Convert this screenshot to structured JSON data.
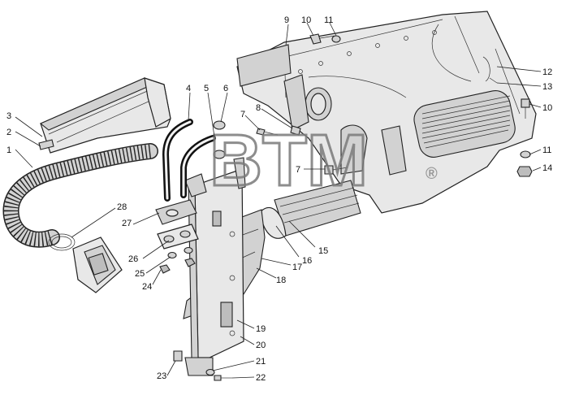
{
  "diagram": {
    "watermark": "BTM",
    "watermark_mark": "®",
    "callouts": [
      "1",
      "2",
      "3",
      "4",
      "5",
      "6",
      "7",
      "8",
      "9",
      "10",
      "11",
      "12",
      "13",
      "14",
      "15",
      "16",
      "17",
      "18",
      "19",
      "20",
      "21",
      "22",
      "23",
      "24",
      "25",
      "26",
      "27",
      "28"
    ],
    "callouts_repeated": {
      "c7b": "7",
      "c10b": "10",
      "c11b": "11"
    }
  },
  "colors": {
    "line": "#222222",
    "fill_light": "#e8e8e8",
    "fill_mid": "#d2d2d2",
    "watermark": "#7a7a7a"
  }
}
